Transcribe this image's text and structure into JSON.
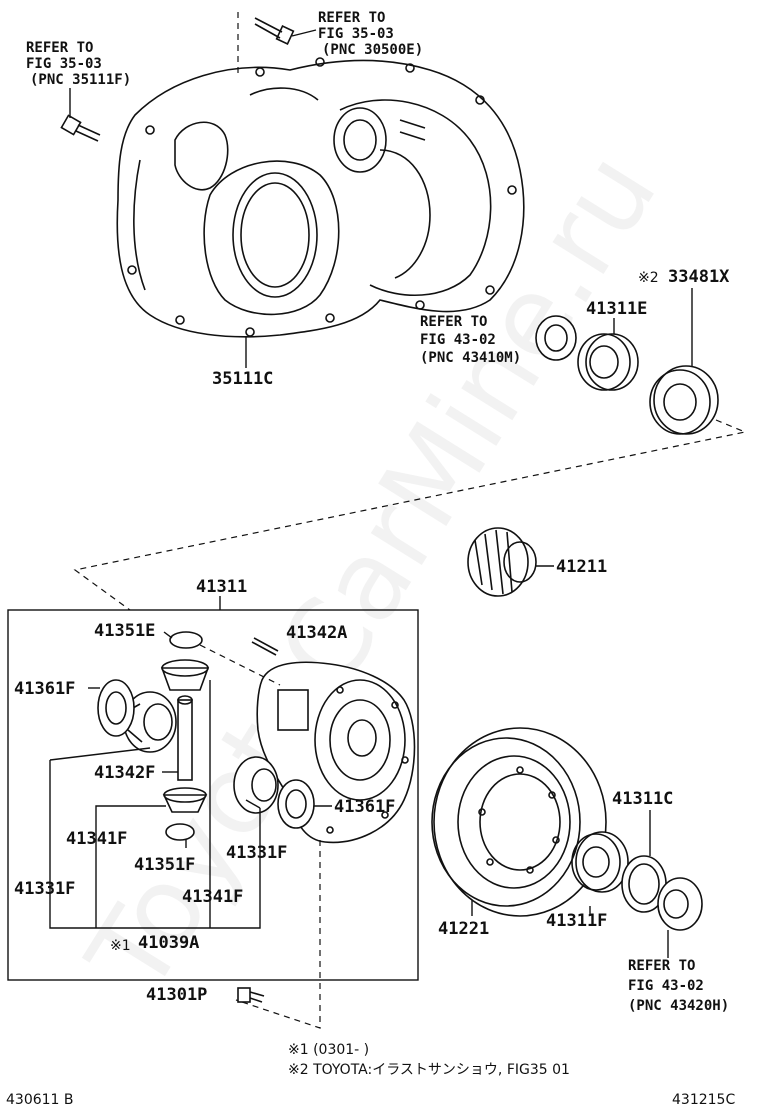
{
  "watermark": "ToyotaCarMine.ru",
  "refs": {
    "ref_35_03_30500E": [
      "REFER TO",
      "FIG 35-03",
      "(PNC 30500E)"
    ],
    "ref_35_03_35111F": [
      "REFER TO",
      "FIG 35-03",
      "(PNC 35111F)"
    ],
    "ref_43_02_43410M": [
      "REFER TO",
      "FIG 43-02",
      "(PNC 43410M)"
    ],
    "ref_43_02_43420H": [
      "REFER TO",
      "FIG 43-02",
      "(PNC 43420H)"
    ]
  },
  "parts": {
    "p35111C": "35111C",
    "p33481X": "33481X",
    "p41311E": "41311E",
    "p41211": "41211",
    "p41311": "41311",
    "p41351E": "41351E",
    "p41342A": "41342A",
    "p41361F_left": "41361F",
    "p41361F_right": "41361F",
    "p41342F": "41342F",
    "p41341F_left": "41341F",
    "p41341F_bottom": "41341F",
    "p41351F": "41351F",
    "p41331F_left": "41331F",
    "p41331F_right": "41331F",
    "p41039A": "41039A",
    "p41301P": "41301P",
    "p41221": "41221",
    "p41311C": "41311C",
    "p41311F": "41311F"
  },
  "marks": {
    "mark1": "※1",
    "mark2": "※2"
  },
  "notes": {
    "note1": "※1 (0301-      )",
    "note2": "※2 TOYOTA:イラストサンショウ, FIG35 01"
  },
  "footer": {
    "left_code": "430611 B",
    "right_code": "431215C"
  }
}
